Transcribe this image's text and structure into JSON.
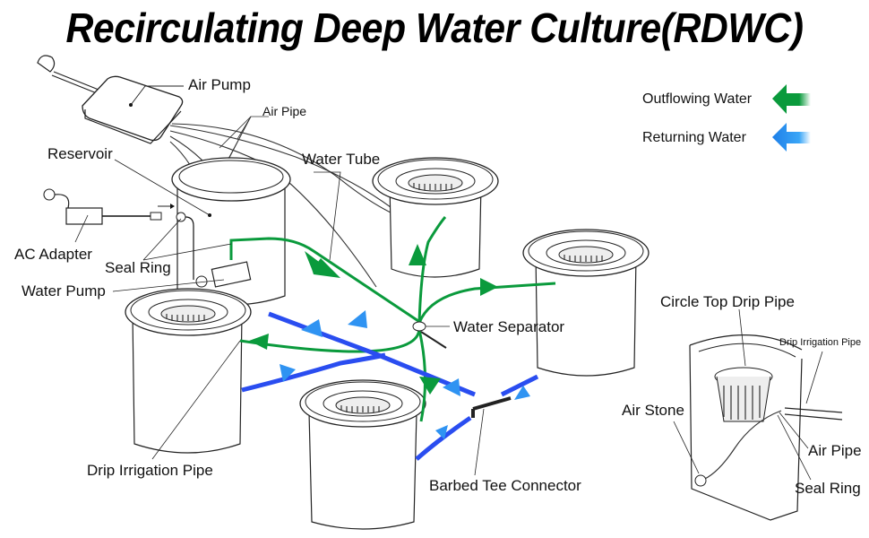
{
  "title": "Recirculating Deep Water Culture(RDWC)",
  "legend": {
    "items": [
      {
        "label": "Outflowing Water",
        "icon": "green-left-arrow-icon",
        "color": "#0a9a3c"
      },
      {
        "label": "Returning Water",
        "icon": "blue-left-arrow-icon",
        "color": "#2a8ef0"
      }
    ]
  },
  "colors": {
    "outflow": "#0a9a3c",
    "return": "#2a6bf0",
    "return_light": "#3aa0f5",
    "line": "#222222"
  },
  "labels": {
    "air_pump": "Air Pump",
    "air_pipe": "Air Pipe",
    "reservoir": "Reservoir",
    "water_tube": "Water Tube",
    "ac_adapter": "AC Adapter",
    "seal_ring": "Seal Ring",
    "water_pump": "Water Pump",
    "water_separator": "Water Separator",
    "drip_irrigation_pipe": "Drip Irrigation Pipe",
    "barbed_tee_connector": "Barbed Tee Connector"
  },
  "inset": {
    "circle_top_drip_pipe": "Circle Top Drip Pipe",
    "drip_irrigation_pipe": "Drip Irrigation Pipe",
    "air_stone": "Air Stone",
    "air_pipe": "Air Pipe",
    "seal_ring": "Seal Ring"
  }
}
